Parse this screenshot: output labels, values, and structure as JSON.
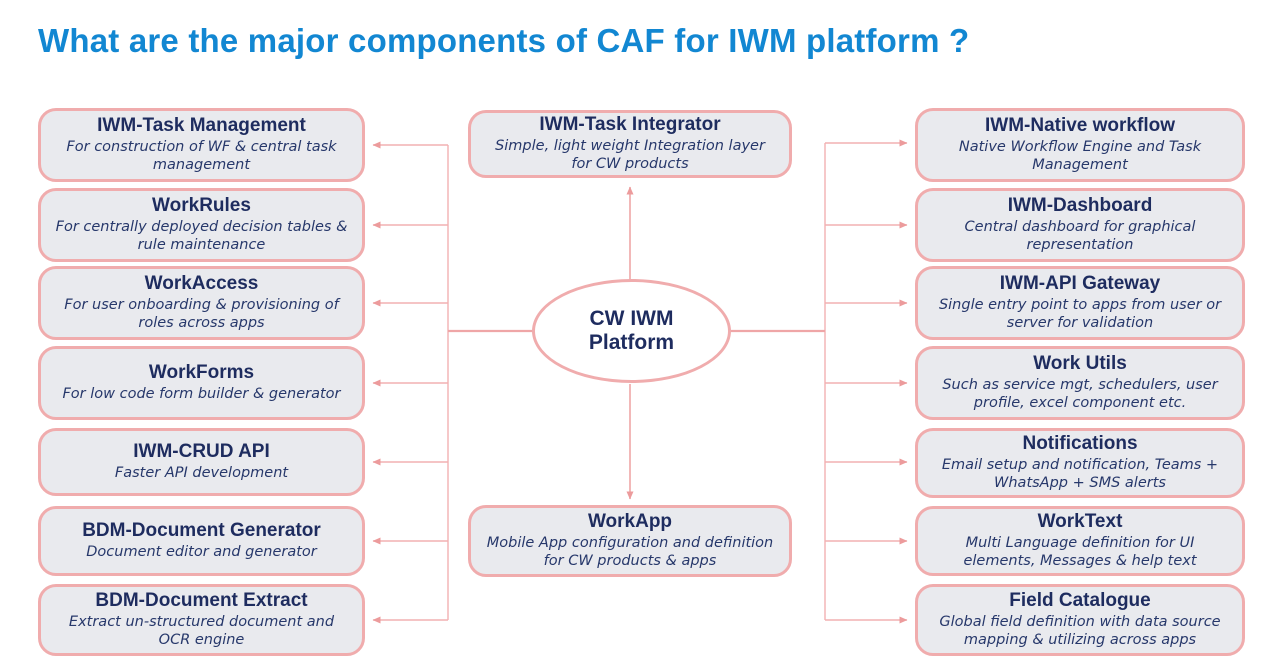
{
  "title": "What are the major components of CAF for IWM platform ?",
  "hub": {
    "line1": "CW IWM",
    "line2": "Platform"
  },
  "top_box": {
    "title": "IWM-Task Integrator",
    "subtitle": "Simple, light weight Integration layer for CW products"
  },
  "bottom_box": {
    "title": "WorkApp",
    "subtitle": "Mobile App configuration and definition for CW products & apps"
  },
  "left_boxes": [
    {
      "title": "IWM-Task Management",
      "subtitle": "For construction of WF & central task management"
    },
    {
      "title": "WorkRules",
      "subtitle": "For centrally deployed decision tables & rule maintenance"
    },
    {
      "title": "WorkAccess",
      "subtitle": "For user onboarding & provisioning of roles across apps"
    },
    {
      "title": "WorkForms",
      "subtitle": "For low code form builder & generator"
    },
    {
      "title": "IWM-CRUD API",
      "subtitle": "Faster API development"
    },
    {
      "title": "BDM-Document Generator",
      "subtitle": "Document editor and generator"
    },
    {
      "title": "BDM-Document Extract",
      "subtitle": "Extract un-structured document and OCR engine"
    }
  ],
  "right_boxes": [
    {
      "title": "IWM-Native workflow",
      "subtitle": "Native Workflow Engine and Task Management"
    },
    {
      "title": "IWM-Dashboard",
      "subtitle": "Central dashboard for graphical representation"
    },
    {
      "title": "IWM-API Gateway",
      "subtitle": "Single entry point to apps from user or server for validation"
    },
    {
      "title": "Work Utils",
      "subtitle": "Such as service mgt, schedulers, user profile, excel component etc."
    },
    {
      "title": "Notifications",
      "subtitle": "Email setup and notification, Teams + WhatsApp + SMS alerts"
    },
    {
      "title": "WorkText",
      "subtitle": "Multi Language definition for UI elements, Messages & help text"
    },
    {
      "title": "Field Catalogue",
      "subtitle": "Global field definition with data source mapping & utilizing across apps"
    }
  ],
  "colors": {
    "title_blue": "#1287d2",
    "box_fill": "#e9eaee",
    "box_border": "#f0acad",
    "text_navy": "#1e2c5f",
    "line_pink": "#f2b1b2",
    "arrow_pink": "#ec9b9c"
  }
}
